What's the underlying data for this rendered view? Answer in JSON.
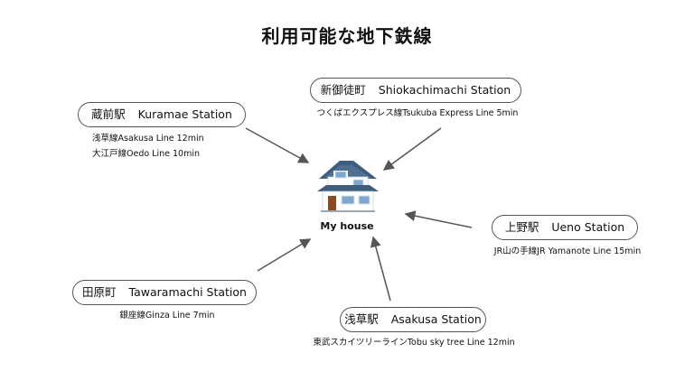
{
  "title": "利用可能な地下鉄線",
  "house_label": "My house",
  "stations": {
    "kuramae": {
      "name_jp": "蔵前駅",
      "name_en": "Kuramae Station",
      "lines": [
        "浅草線Asakusa Line  12min",
        "大江戸線Oedo Line  10min"
      ]
    },
    "shiokachimachi": {
      "name_jp": "新御徒町",
      "name_en": "Shiokachimachi Station",
      "lines": [
        "つくばエクスプレス線Tsukuba Express Line  5min"
      ]
    },
    "ueno": {
      "name_jp": "上野駅",
      "name_en": "Ueno Station",
      "lines": [
        "JR山の手線JR Yamanote Line   15min"
      ]
    },
    "tawaramachi": {
      "name_jp": "田原町",
      "name_en": "Tawaramachi Station",
      "lines": [
        "銀座線Ginza Line  7min"
      ]
    },
    "asakusa": {
      "name_jp": "浅草駅",
      "name_en": "Asakusa Station",
      "lines": [
        "東武スカイツリーラインTobu sky tree Line  12min"
      ]
    }
  },
  "colors": {
    "arrow": "#555555",
    "roof": "#3f5e7e",
    "wall": "#ffffff",
    "door": "#8a4b1f"
  }
}
